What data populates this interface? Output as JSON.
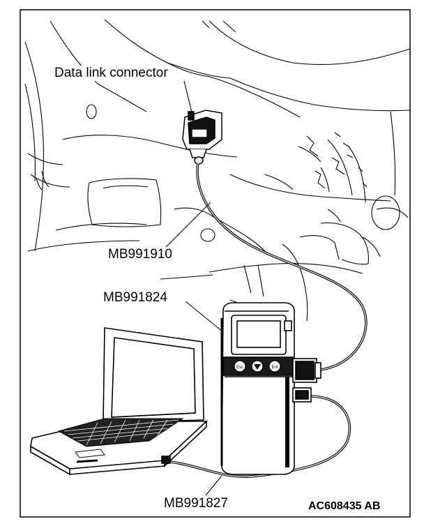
{
  "labels": {
    "data_link_connector": "Data link connector",
    "adapter_cable": "MB991910",
    "vci_unit": "MB991824",
    "usb_cable": "MB991827"
  },
  "figure_code": "AC608435 AB",
  "device_buttons": {
    "left": "Esc",
    "right": "Ent"
  }
}
